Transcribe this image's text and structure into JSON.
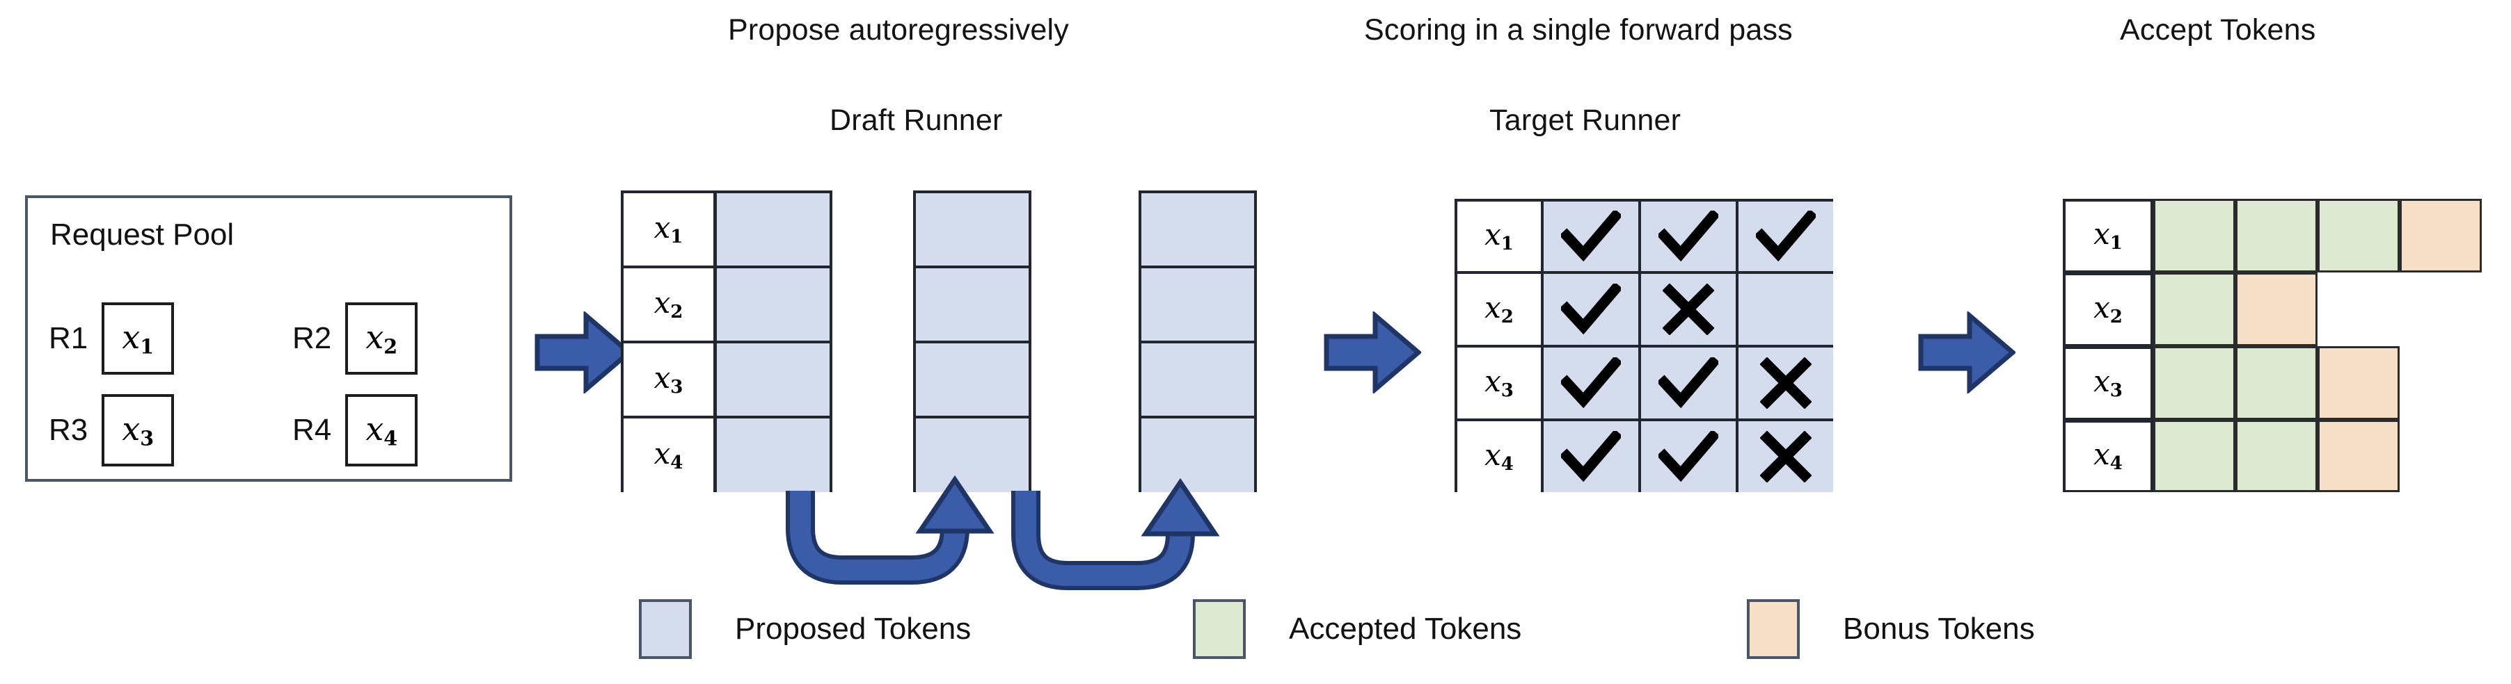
{
  "colors": {
    "proposed": "#d5dced",
    "accepted": "#dde9d1",
    "bonus": "#f8e0c8",
    "arrow_fill": "#3b5ca8",
    "arrow_stroke": "#1f3566",
    "border": "#22262e",
    "panel_border": "#4a5568",
    "background": "#ffffff"
  },
  "captions": {
    "propose": "Propose autoregressively",
    "draft_runner": "Draft Runner",
    "scoring": "Scoring in a single forward pass",
    "target_runner": "Target Runner",
    "accept_tokens": "Accept Tokens"
  },
  "request_pool": {
    "title": "Request Pool",
    "entries": [
      {
        "label": "R1",
        "token": "x",
        "sub": "1"
      },
      {
        "label": "R2",
        "token": "x",
        "sub": "2"
      },
      {
        "label": "R3",
        "token": "x",
        "sub": "3"
      },
      {
        "label": "R4",
        "token": "x",
        "sub": "4"
      }
    ]
  },
  "draft_runner": {
    "row_labels": [
      {
        "token": "x",
        "sub": "1"
      },
      {
        "token": "x",
        "sub": "2"
      },
      {
        "token": "x",
        "sub": "3"
      },
      {
        "token": "x",
        "sub": "4"
      }
    ],
    "columns": 3,
    "rows": 4,
    "cell_state": "proposed"
  },
  "target_runner": {
    "row_labels": [
      {
        "token": "x",
        "sub": "1"
      },
      {
        "token": "x",
        "sub": "2"
      },
      {
        "token": "x",
        "sub": "3"
      },
      {
        "token": "x",
        "sub": "4"
      }
    ],
    "marks": [
      [
        "check",
        "check",
        "check"
      ],
      [
        "check",
        "cross",
        "none"
      ],
      [
        "check",
        "check",
        "cross"
      ],
      [
        "check",
        "check",
        "cross"
      ]
    ]
  },
  "accept_tokens": {
    "row_labels": [
      {
        "token": "x",
        "sub": "1"
      },
      {
        "token": "x",
        "sub": "2"
      },
      {
        "token": "x",
        "sub": "3"
      },
      {
        "token": "x",
        "sub": "4"
      }
    ],
    "rows": [
      [
        "accepted",
        "accepted",
        "accepted",
        "bonus"
      ],
      [
        "accepted",
        "bonus"
      ],
      [
        "accepted",
        "accepted",
        "bonus"
      ],
      [
        "accepted",
        "accepted",
        "bonus"
      ]
    ]
  },
  "legend": [
    {
      "swatch": "proposed",
      "label": "Proposed Tokens"
    },
    {
      "swatch": "accepted",
      "label": "Accepted Tokens"
    },
    {
      "swatch": "bonus",
      "label": "Bonus Tokens"
    }
  ]
}
